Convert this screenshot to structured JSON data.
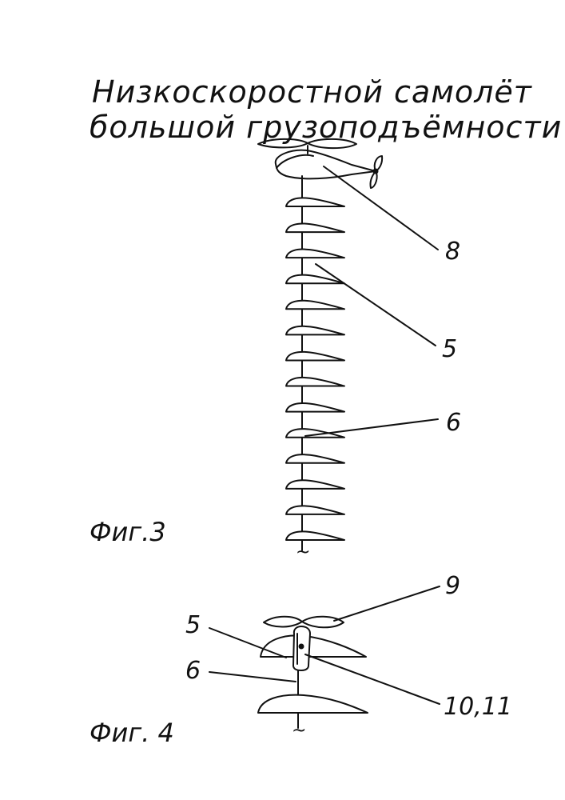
{
  "title_lines": [
    "Низкоскоростной самолёт",
    "большой грузоподъёмности"
  ],
  "fig3": {
    "label": "Фиг.3",
    "callouts": {
      "aircraft": "8",
      "wing": "5",
      "cable": "6"
    },
    "wing_count": 14,
    "tether_end": "~"
  },
  "fig4": {
    "label": "Фиг. 4",
    "callouts": {
      "rotor": "9",
      "wing": "5",
      "cable": "6",
      "pod": "10,11"
    },
    "tether_end": "~"
  }
}
